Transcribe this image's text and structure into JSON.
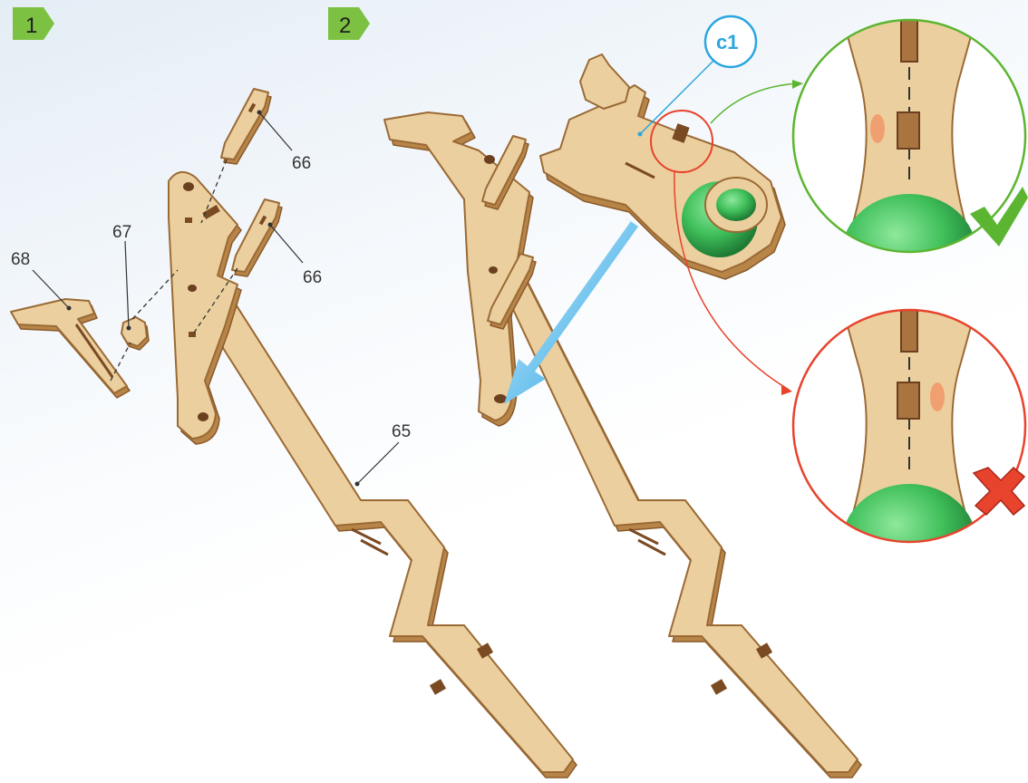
{
  "steps": [
    {
      "number": "1"
    },
    {
      "number": "2"
    }
  ],
  "part_labels": {
    "p66a": "66",
    "p66b": "66",
    "p67": "67",
    "p68": "68",
    "p65": "65"
  },
  "callout": "c1",
  "colors": {
    "step_badge": "#7dc142",
    "callout": "#2aa6e0",
    "correct": "#5cb531",
    "wrong": "#e8432d",
    "ball": "#3fbf5a",
    "wood": "#eccf9e"
  },
  "icons": {
    "correct": "check-mark-icon",
    "wrong": "cross-mark-icon"
  }
}
